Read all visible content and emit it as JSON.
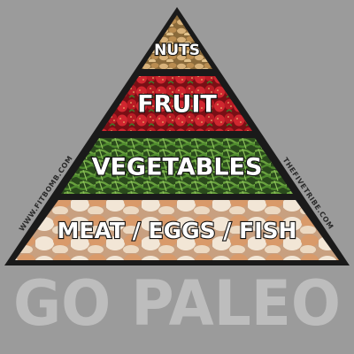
{
  "pyramid": {
    "tiers": [
      {
        "label": "NUTS",
        "texture": "nuts"
      },
      {
        "label": "FRUIT",
        "texture": "fruit"
      },
      {
        "label": "VEGETABLES",
        "texture": "vegetables"
      },
      {
        "label": "MEAT / EGGS / FISH",
        "texture": "meat"
      }
    ]
  },
  "watermarks": {
    "left": "WWW.FITBOMB.COM",
    "right": "THEFIVETRIBE.COM"
  },
  "footer": {
    "title": "GO PALEO"
  },
  "colors": {
    "background": "#9b9b9b",
    "outline": "#1a1a1a",
    "footer_text": "#bdbdbd",
    "nuts": "#c49a5a",
    "fruit": "#c4212a",
    "vegetables": "#3f6b2a",
    "meat": "#e8d0b8"
  }
}
